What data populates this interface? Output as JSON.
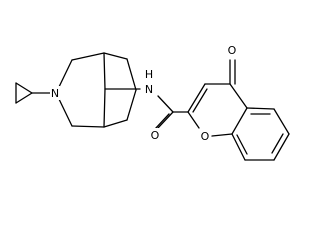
{
  "structure": {
    "atom_labels": {
      "amine_n": "N",
      "amide_nh": "N",
      "amide_h": "H",
      "carbonyl_o": "O",
      "ketone_o": "O",
      "ring_o": "O"
    }
  }
}
